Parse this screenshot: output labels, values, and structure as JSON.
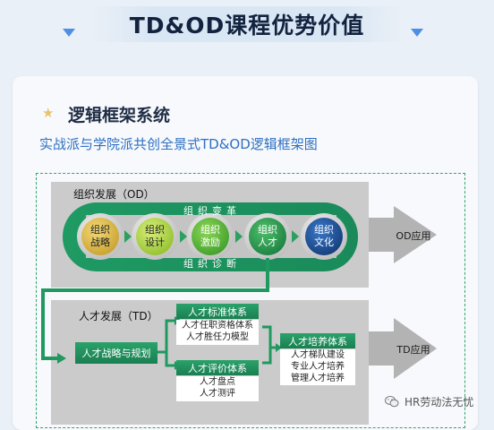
{
  "header": {
    "title": "TD&OD课程优势价值"
  },
  "section": {
    "title": "逻辑框架系统",
    "subtitle": "实战派与学院派共创全景式TD&OD逻辑框架图"
  },
  "od": {
    "label": "组织发展（OD）",
    "band_top": "组织变革",
    "band_bottom": "组织诊断",
    "circles": [
      {
        "line1": "组织",
        "line2": "战略"
      },
      {
        "line1": "组织",
        "line2": "设计"
      },
      {
        "line1": "组织",
        "line2": "激励"
      },
      {
        "line1": "组织",
        "line2": "人才"
      },
      {
        "line1": "组织",
        "line2": "文化"
      }
    ],
    "output": "OD应用"
  },
  "td": {
    "label": "人才发展（TD）",
    "strategy": "人才战略与规划",
    "standard_title": "人才标准体系",
    "standard_items": [
      "人才任职资格体系",
      "人才胜任力模型"
    ],
    "evaluation_title": "人才评价体系",
    "evaluation_items": [
      "人才盘点",
      "人才测评"
    ],
    "cultivation_title": "人才培养体系",
    "cultivation_items": [
      "人才梯队建设",
      "专业人才培养",
      "管理人才培养"
    ],
    "output": "TD应用"
  },
  "watermark": "HR劳动法无忧",
  "colors": {
    "banner_text": "#13233f",
    "accent_blue": "#2e6fc2",
    "green": "#1f9960",
    "panel_gray": "#cbcbcb",
    "dashed_border": "#2ea86a"
  },
  "icons": [
    "star-icon",
    "chevron-down-icon",
    "arrow-right-icon",
    "wechat-icon"
  ]
}
